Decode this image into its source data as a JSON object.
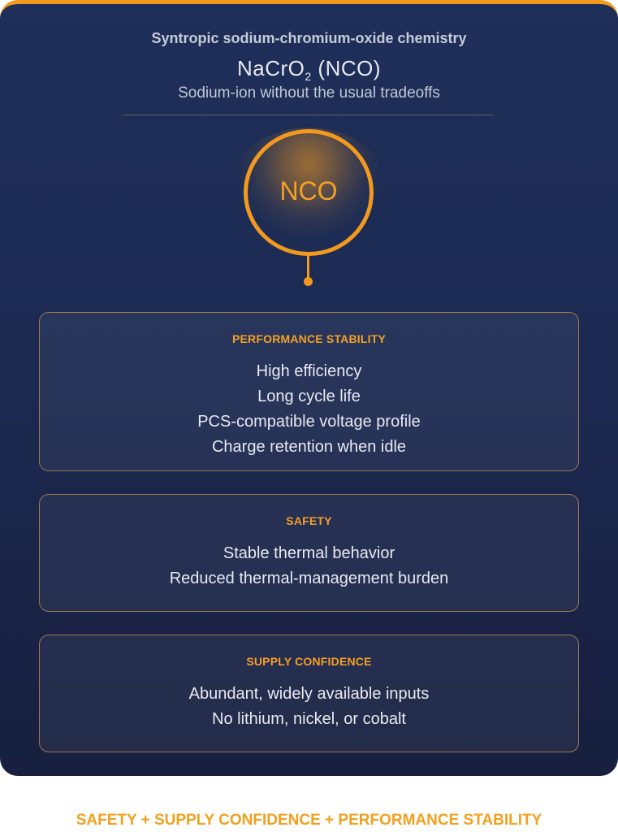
{
  "header": {
    "subtitle": "Syntropic sodium-chromium-oxide chemistry",
    "formula_prefix": "NaCrO",
    "formula_subscript": "2",
    "formula_suffix": " (NCO)",
    "tagline": "Sodium-ion without the usual tradeoffs"
  },
  "badge": {
    "label": "NCO"
  },
  "panels": [
    {
      "title": "PERFORMANCE STABILITY",
      "items": [
        "High efficiency",
        "Long cycle life",
        "PCS-compatible voltage profile",
        "Charge retention when idle"
      ]
    },
    {
      "title": "SAFETY",
      "items": [
        "Stable thermal behavior",
        "Reduced thermal-management burden"
      ]
    },
    {
      "title": "SUPPLY CONFIDENCE",
      "items": [
        "Abundant, widely available inputs",
        "No lithium, nickel, or cobalt"
      ]
    }
  ],
  "footer": {
    "text": "SAFETY + SUPPLY CONFIDENCE + PERFORMANCE STABILITY"
  },
  "colors": {
    "accent": "#f39a1e",
    "background": "#1f2f59",
    "text": "#e8eaf0"
  }
}
